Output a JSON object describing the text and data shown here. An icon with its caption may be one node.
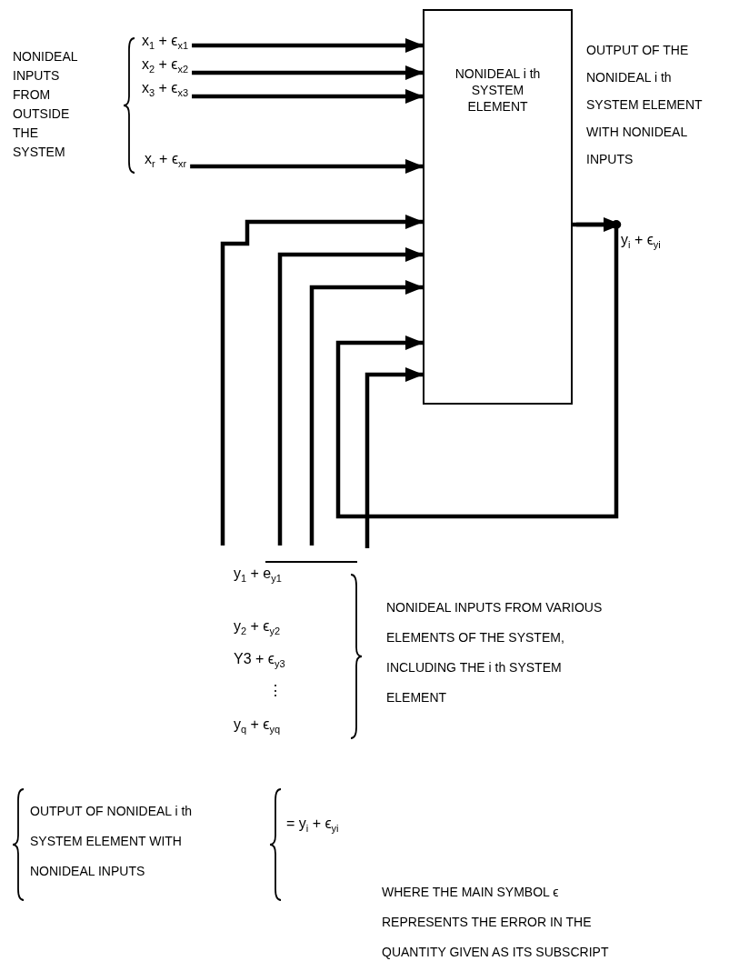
{
  "diagram": {
    "nodes": [
      {
        "text": [
          "NONIDEAL i th SYSTEM ELEMENT"
        ]
      },
      {
        "text": [
          "x$_{1}$ + ϵ$_{x1}$"
        ]
      },
      {
        "text": [
          "x$_{2}$ + ϵ$_{x2}$"
        ]
      },
      {
        "text": [
          "x$_{3}$ + ϵ$_{x3}$"
        ]
      },
      {
        "text": [
          "x$_{r}$ + ϵ$_{xr}$"
        ]
      },
      {
        "text": [
          "y$_{i}$ + ϵ$_{yi}$"
        ]
      }
    ],
    "edges": [
      {
        "from": 1,
        "to": 0,
        "arrow": "to"
      },
      {
        "from": 2,
        "to": 0,
        "arrow": "to"
      },
      {
        "from": 3,
        "to": 0,
        "arrow": "to"
      },
      {
        "from": 4,
        "to": 0,
        "arrow": "to"
      },
      {
        "from": null,
        "to": 0,
        "arrow": "to"
      },
      {
        "from": null,
        "to": 0,
        "arrow": "to"
      },
      {
        "from": null,
        "to": 0,
        "arrow": "to"
      },
      {
        "from": 0,
        "to": 0,
        "arrow": "to"
      },
      {
        "from": null,
        "to": 0,
        "arrow": "to"
      },
      {
        "from": 0,
        "to": 5,
        "arrow": "to"
      }
    ],
    "labels": [
      "NONIDEAL INPUTS FROM OUTSIDE THE SYSTEM",
      "OUTPUT OF THE NONIDEAL i th SYSTEM ELEMENT WITH NONIDEAL INPUTS",
      "y$_{1}$ + e$_{y1}$",
      "y$_{2}$ + ϵ$_{y2}$",
      "Y3 + ϵ$_{y3}$",
      "⋮",
      "y$_{q}$ + ϵ$_{yq}$",
      "NONIDEAL INPUTS FROM VARIOUS ELEMENTS OF THE SYSTEM, INCLUDING THE i th SYSTEM ELEMENT",
      "OUTPUT OF NONIDEAL i th SYSTEM ELEMENT WITH NONIDEAL INPUTS",
      "= y$_{i}$ + ϵ$_{yi}$",
      "WHERE THE MAIN SYMBOL ϵ REPRESENTS THE ERROR IN THE QUANTITY GIVEN AS ITS SUBSCRIPT"
    ]
  }
}
